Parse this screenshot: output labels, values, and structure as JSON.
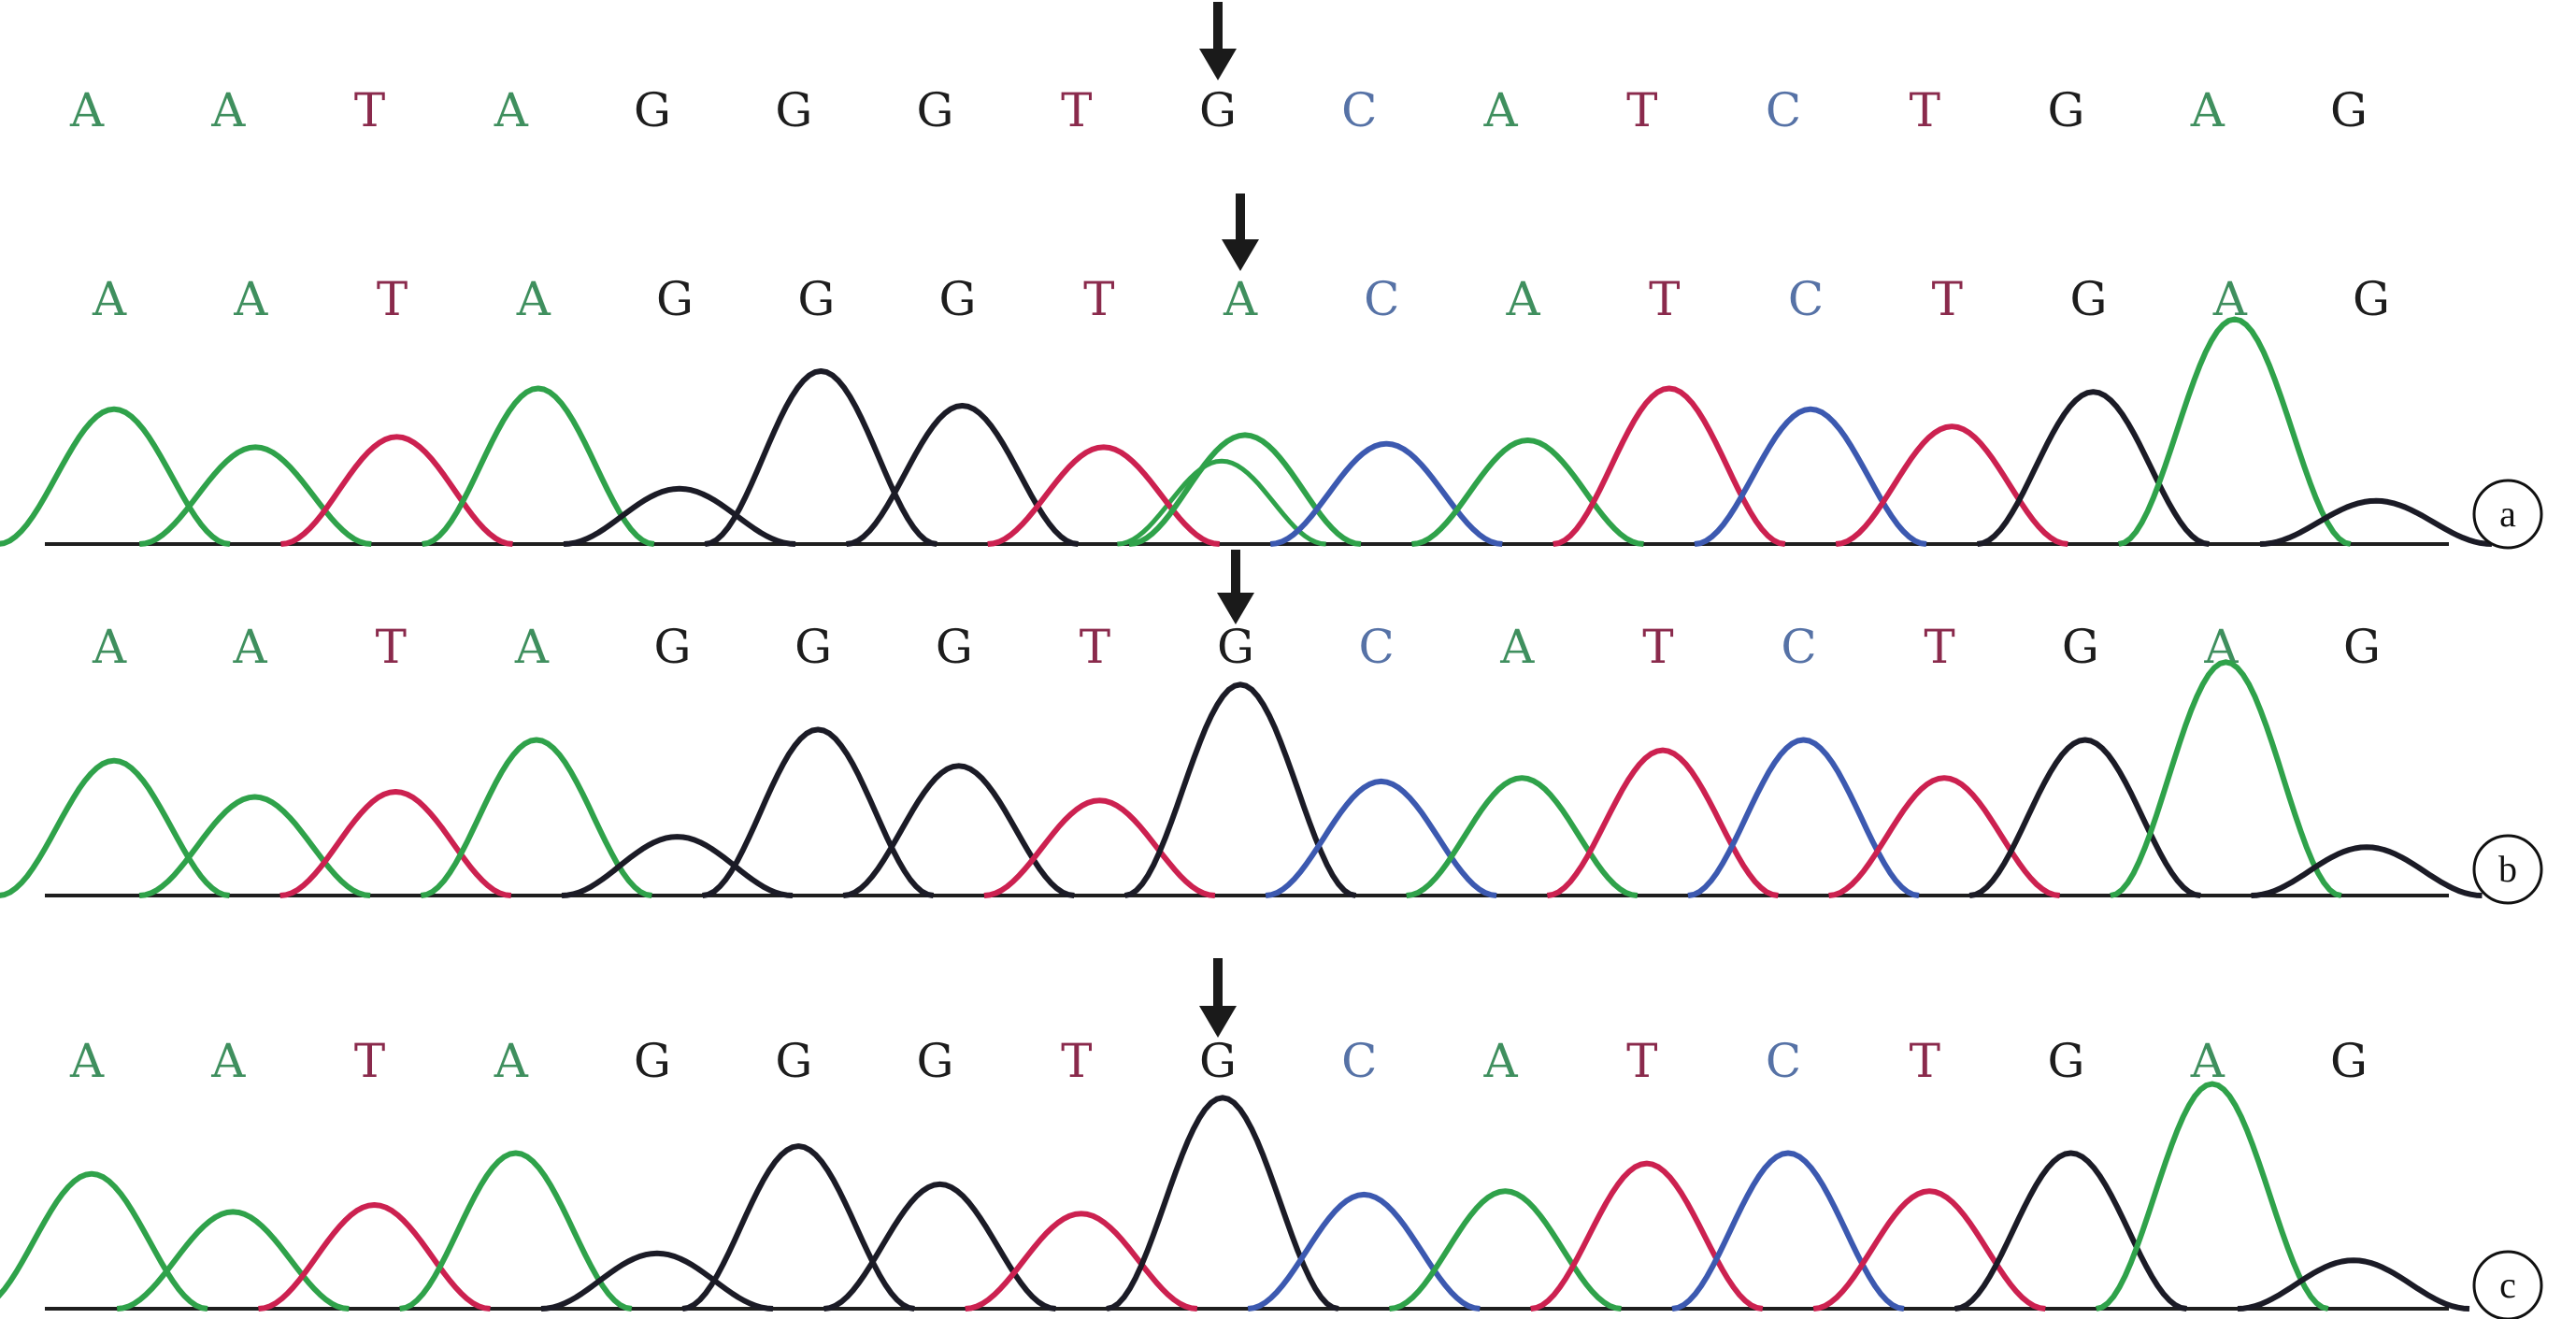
{
  "colors": {
    "A": "#3f8f5e",
    "T": "#8a2a4c",
    "G": "#1d1d1d",
    "C": "#5672a6"
  },
  "trace_colors": {
    "A": "#2fa24a",
    "T": "#cc2150",
    "G": "#1b1b26",
    "C": "#3c59b0",
    "baseline": "#1e1e1e"
  },
  "reference": {
    "bases": [
      "A",
      "A",
      "T",
      "A",
      "G",
      "G",
      "G",
      "T",
      "G",
      "C",
      "A",
      "T",
      "C",
      "T",
      "G",
      "A",
      "G"
    ],
    "marked_index": 8
  },
  "panels": [
    {
      "label": "a",
      "bases": [
        "A",
        "A",
        "T",
        "A",
        "G",
        "G",
        "G",
        "T",
        "A",
        "C",
        "A",
        "T",
        "C",
        "T",
        "G",
        "A",
        "G"
      ],
      "marked_index": 8,
      "peak_heights": [
        0.78,
        0.56,
        0.62,
        0.9,
        0.32,
        1.0,
        0.8,
        0.56,
        0.63,
        0.58,
        0.6,
        0.9,
        0.78,
        0.68,
        0.88,
        1.3,
        0.25
      ],
      "secondary_peak": {
        "index": 8,
        "base": "A",
        "height": 0.48
      }
    },
    {
      "label": "b",
      "bases": [
        "A",
        "A",
        "T",
        "A",
        "G",
        "G",
        "G",
        "T",
        "G",
        "C",
        "A",
        "T",
        "C",
        "T",
        "G",
        "A",
        "G"
      ],
      "marked_index": 8,
      "peak_heights": [
        0.78,
        0.57,
        0.6,
        0.9,
        0.34,
        0.96,
        0.75,
        0.55,
        1.22,
        0.66,
        0.68,
        0.84,
        0.9,
        0.68,
        0.9,
        1.35,
        0.28
      ]
    },
    {
      "label": "c",
      "bases": [
        "A",
        "A",
        "T",
        "A",
        "G",
        "G",
        "G",
        "T",
        "G",
        "C",
        "A",
        "T",
        "C",
        "T",
        "G",
        "A",
        "G"
      ],
      "marked_index": 8,
      "peak_heights": [
        0.78,
        0.56,
        0.6,
        0.9,
        0.32,
        0.94,
        0.72,
        0.55,
        1.22,
        0.66,
        0.68,
        0.84,
        0.9,
        0.68,
        0.9,
        1.3,
        0.28
      ]
    }
  ]
}
